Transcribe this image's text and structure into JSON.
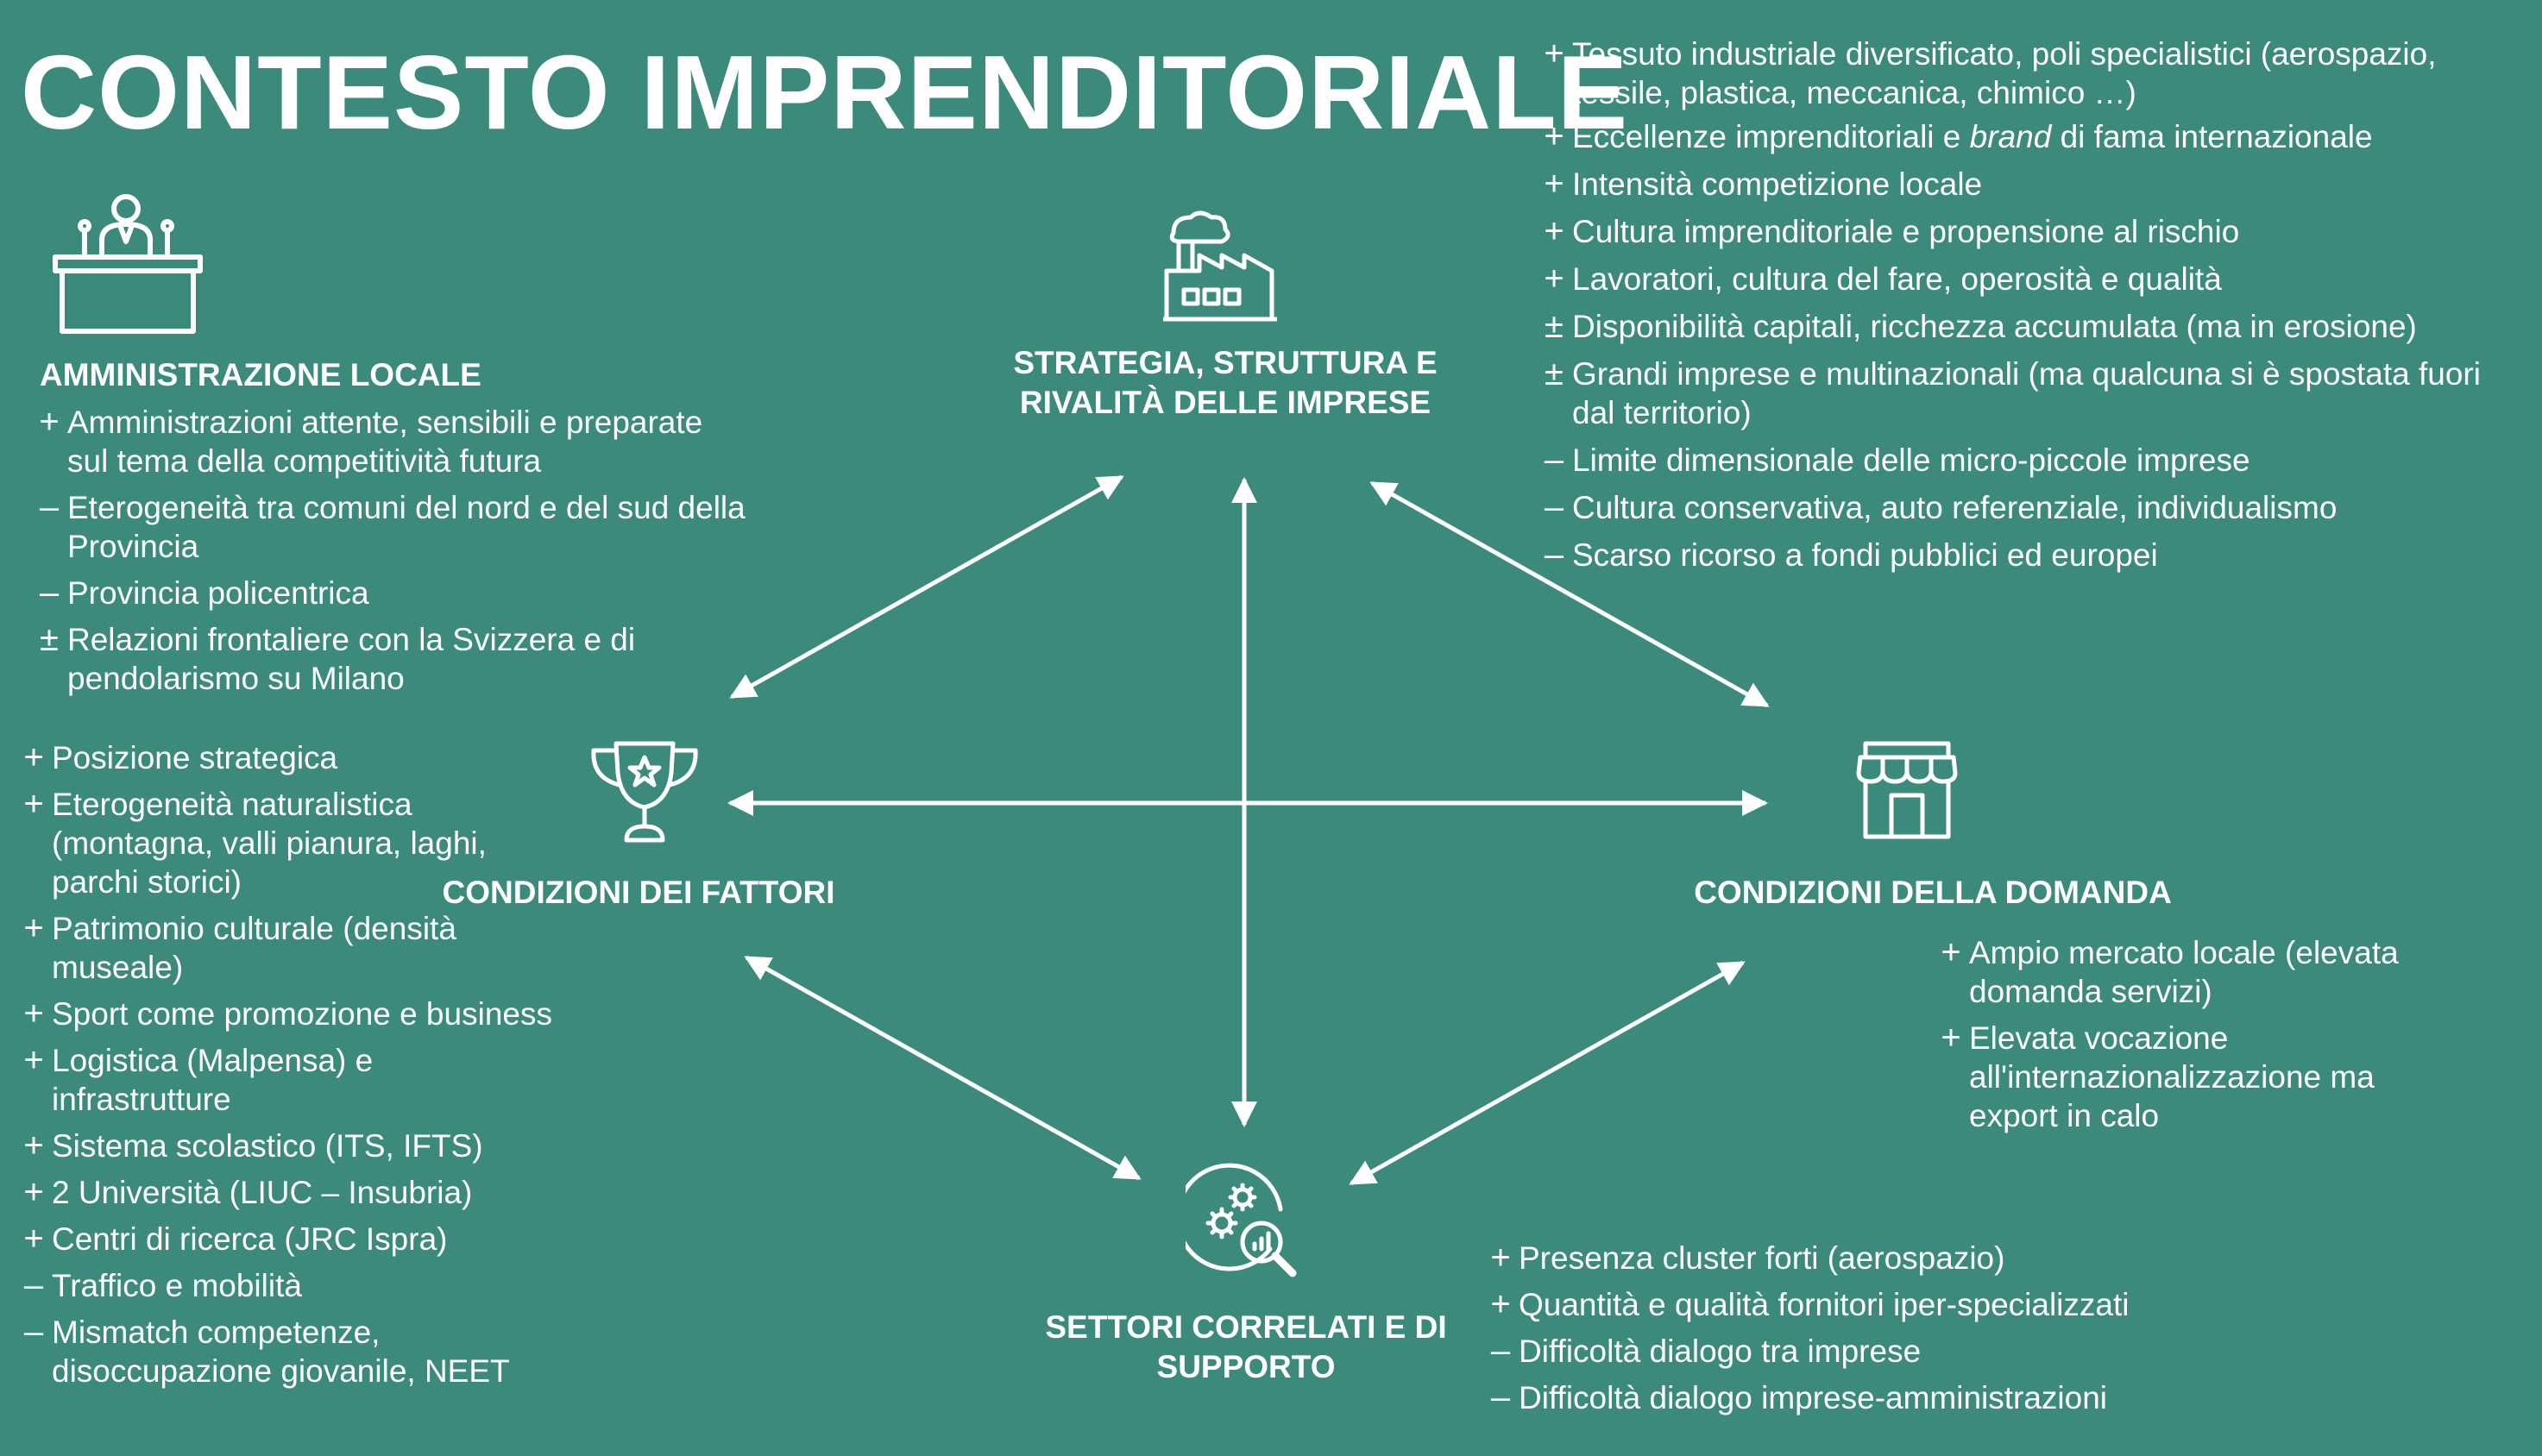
{
  "title": "CONTESTO IMPRENDITORIALE",
  "colors": {
    "background": "#3b8a7c",
    "foreground": "#ffffff"
  },
  "headings": {
    "amministrazione": "AMMINISTRAZIONE LOCALE",
    "strategia": [
      "STRATEGIA, STRUTTURA E",
      "RIVALITÀ DELLE IMPRESE"
    ],
    "fattori": "CONDIZIONI DEI FATTORI",
    "domanda": "CONDIZIONI DELLA DOMANDA",
    "settori": [
      "SETTORI CORRELATI E DI",
      "SUPPORTO"
    ]
  },
  "icons": {
    "amministrazione": "podium-speaker-icon",
    "strategia": "factory-icon",
    "fattori": "trophy-icon",
    "domanda": "shop-icon",
    "settori": "gears-analytics-icon"
  },
  "lists": {
    "amministrazione": [
      {
        "sym": "+",
        "text": "Amministrazioni attente, sensibili e preparate sul tema della competitività futura"
      },
      {
        "sym": "–",
        "text": "Eterogeneità tra comuni del nord e del sud della Provincia"
      },
      {
        "sym": "–",
        "text": "Provincia policentrica"
      },
      {
        "sym": "±",
        "text": "Relazioni frontaliere con la Svizzera e di pendolarismo su Milano"
      }
    ],
    "strategia": [
      {
        "sym": "+",
        "text": "Tessuto industriale diversificato, poli specialistici (aerospazio, tessile, plastica, meccanica, chimico …)"
      },
      {
        "sym": "+",
        "text": "Eccellenze imprenditoriali e brand di fama internazionale"
      },
      {
        "sym": "+",
        "text": "Intensità competizione locale"
      },
      {
        "sym": "+",
        "text": "Cultura imprenditoriale e propensione al rischio"
      },
      {
        "sym": "+",
        "text": "Lavoratori, cultura del fare, operosità e qualità"
      },
      {
        "sym": "±",
        "text": "Disponibilità capitali, ricchezza accumulata (ma in erosione)"
      },
      {
        "sym": "±",
        "text": "Grandi imprese e multinazionali (ma qualcuna si è spostata fuori dal territorio)"
      },
      {
        "sym": "–",
        "text": "Limite dimensionale delle micro-piccole imprese"
      },
      {
        "sym": "–",
        "text": "Cultura conservativa, auto referenziale, individualismo"
      },
      {
        "sym": "–",
        "text": "Scarso ricorso a fondi pubblici ed europei"
      }
    ],
    "fattori": [
      {
        "sym": "+",
        "text": "Posizione strategica"
      },
      {
        "sym": "+",
        "text": "Eterogeneità naturalistica (montagna, valli pianura, laghi, parchi storici)"
      },
      {
        "sym": "+",
        "text": "Patrimonio culturale (densità museale)"
      },
      {
        "sym": "+",
        "text": "Sport come promozione e business"
      },
      {
        "sym": "+",
        "text": "Logistica (Malpensa) e infrastrutture"
      },
      {
        "sym": "+",
        "text": "Sistema scolastico (ITS, IFTS)"
      },
      {
        "sym": "+",
        "text": "2 Università (LIUC – Insubria)"
      },
      {
        "sym": "+",
        "text": "Centri di ricerca (JRC Ispra)"
      },
      {
        "sym": "–",
        "text": "Traffico e mobilità"
      },
      {
        "sym": "–",
        "text": "Mismatch competenze, disoccupazione giovanile, NEET"
      }
    ],
    "domanda": [
      {
        "sym": "+",
        "text": "Ampio mercato locale (elevata domanda servizi)"
      },
      {
        "sym": "+",
        "text": "Elevata vocazione all'internazionalizzazione ma export in calo"
      }
    ],
    "settori": [
      {
        "sym": "+",
        "text": "Presenza cluster forti (aerospazio)"
      },
      {
        "sym": "+",
        "text": "Quantità e qualità fornitori iper-specializzati"
      },
      {
        "sym": "–",
        "text": "Difficoltà dialogo tra imprese"
      },
      {
        "sym": "–",
        "text": "Difficoltà dialogo imprese-amministrazioni"
      }
    ]
  }
}
